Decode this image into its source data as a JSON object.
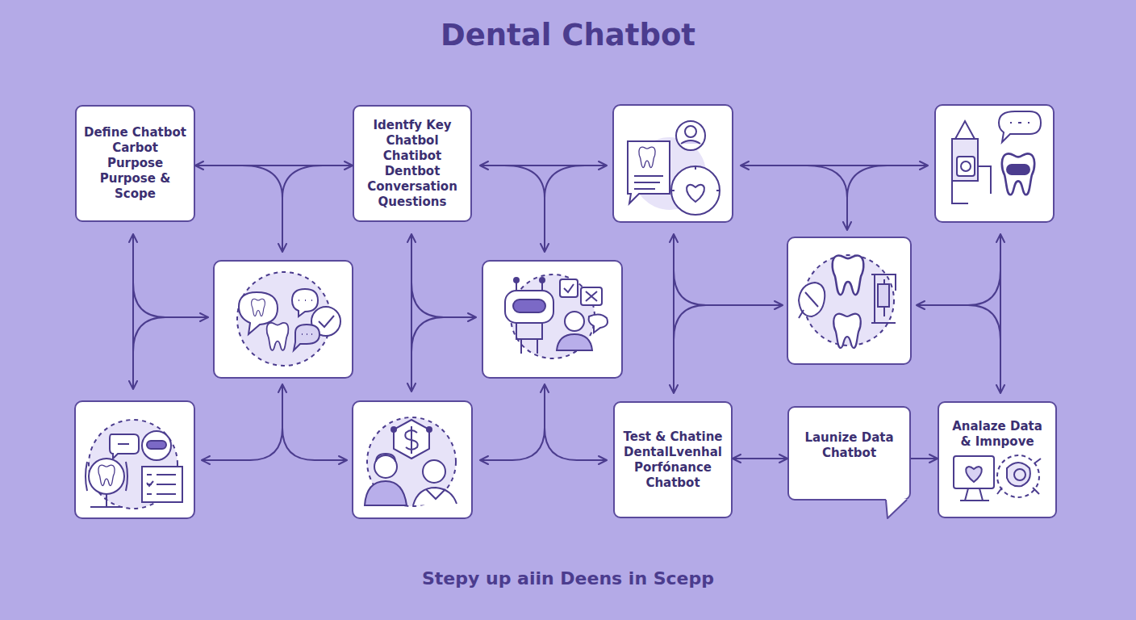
{
  "diagram": {
    "title": "Dental Chatbot",
    "caption": "Stepy up aiin Deens in Scepp",
    "nodes": [
      {
        "text": [
          "Define Chatbot Carbot Purpose Purpose & Scope"
        ]
      },
      {
        "text": [
          "Identfy Key Chatbol Chatibot Dentbot Conversation Questions"
        ]
      },
      {
        "text": [
          "Test & Chatine DentalLvenhal Porfónance Chatbot"
        ]
      },
      {
        "text": [
          "Launize Data Chatbot"
        ]
      },
      {
        "text": [
          "Analaze Data & Imnpove"
        ]
      }
    ],
    "edges": [
      {
        "from": 0,
        "to": 1,
        "arrow": "both"
      },
      {
        "from": 2,
        "to": 3,
        "arrow": "both"
      },
      {
        "from": 3,
        "to": 4,
        "arrow": "to"
      }
    ]
  }
}
